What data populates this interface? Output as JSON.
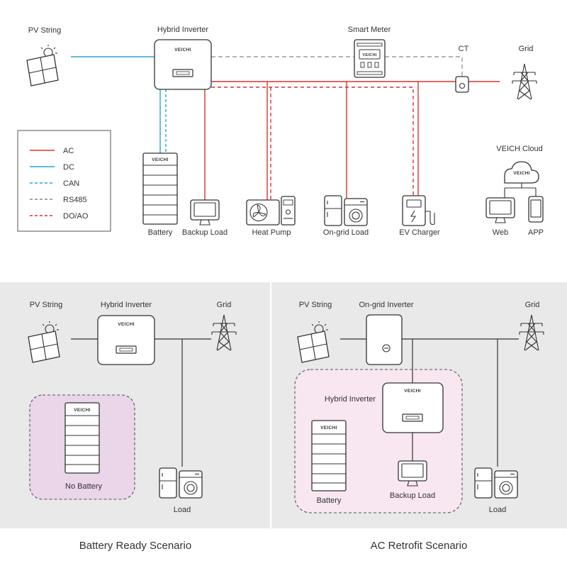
{
  "top": {
    "pv_string": "PV String",
    "hybrid_inverter": "Hybrid Inverter",
    "smart_meter": "Smart Meter",
    "ct": "CT",
    "grid": "Grid",
    "veich_cloud": "VEICH Cloud",
    "battery": "Battery",
    "backup_load": "Backup Load",
    "heat_pump": "Heat Pump",
    "on_grid_load": "On-grid Load",
    "ev_charger": "EV Charger",
    "web": "Web",
    "app": "APP",
    "brand": "VEICHI"
  },
  "legend": {
    "items": [
      {
        "label": "AC",
        "color": "#d9342b",
        "style": "solid"
      },
      {
        "label": "DC",
        "color": "#2aa3d9",
        "style": "solid"
      },
      {
        "label": "CAN",
        "color": "#2aa3d9",
        "style": "dashed"
      },
      {
        "label": "RS485",
        "color": "#888888",
        "style": "dashed"
      },
      {
        "label": "DO/AO",
        "color": "#d9342b",
        "style": "dashed"
      }
    ]
  },
  "scenario_battery_ready": {
    "caption": "Battery Ready Scenario",
    "pv_string": "PV String",
    "hybrid_inverter": "Hybrid Inverter",
    "grid": "Grid",
    "no_battery": "No Battery",
    "load": "Load"
  },
  "scenario_ac_retrofit": {
    "caption": "AC Retrofit Scenario",
    "pv_string": "PV String",
    "on_grid_inverter": "On-grid Inverter",
    "grid": "Grid",
    "hybrid_inverter": "Hybrid Inverter",
    "battery": "Battery",
    "backup_load": "Backup Load",
    "load": "Load"
  },
  "colors": {
    "ac": "#d9342b",
    "dc": "#2aa3d9",
    "rs485": "#888888",
    "panel_bg": "#e9e9ea",
    "no_battery_fill": "#ead5e9",
    "retrofit_fill": "#f8e6f1"
  }
}
